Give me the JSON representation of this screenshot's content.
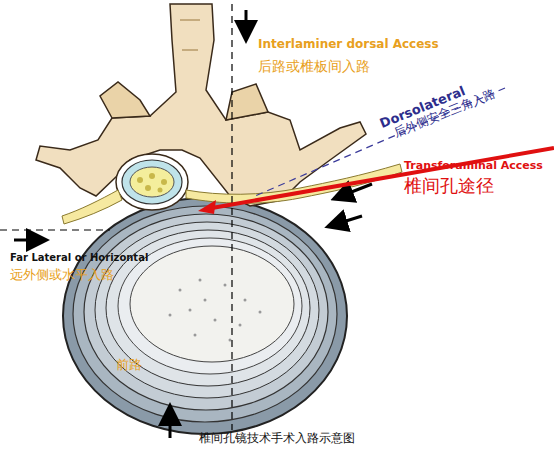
{
  "diagram": {
    "caption": "椎间孔镜技术手术入路示意图",
    "labels": [
      "Interlaminer dorsal Access",
      "后路或椎板间入路",
      "Dorsolateral",
      "后外侧安全三角入路",
      "Transforaminal Access",
      "椎间孔途径",
      "Far Lateral or Horizontal",
      "远外侧或水平入路",
      "前路"
    ]
  }
}
